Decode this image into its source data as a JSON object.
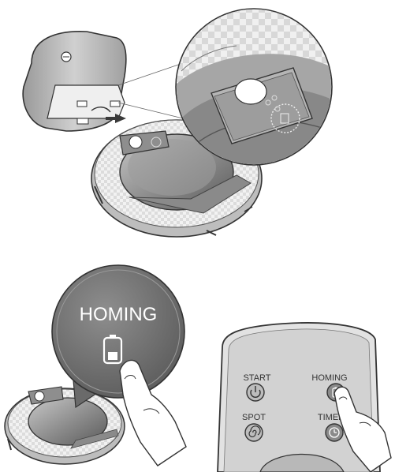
{
  "homing_bubble": {
    "label": "HOMING",
    "icon": "battery-icon"
  },
  "remote": {
    "buttons": [
      {
        "label": "START",
        "icon": "power-icon"
      },
      {
        "label": "HOMING",
        "icon": "battery-icon"
      },
      {
        "label": "SPOT",
        "icon": "spiral-icon"
      },
      {
        "label": "TIMER",
        "icon": "clock-icon"
      }
    ]
  },
  "colors": {
    "body_gray": "#7d7d7d",
    "dark_gray": "#4d4d4d",
    "light_gray": "#d9d9d9",
    "checker_light": "#e9e9e9",
    "arrow": "#3a3a3a"
  }
}
